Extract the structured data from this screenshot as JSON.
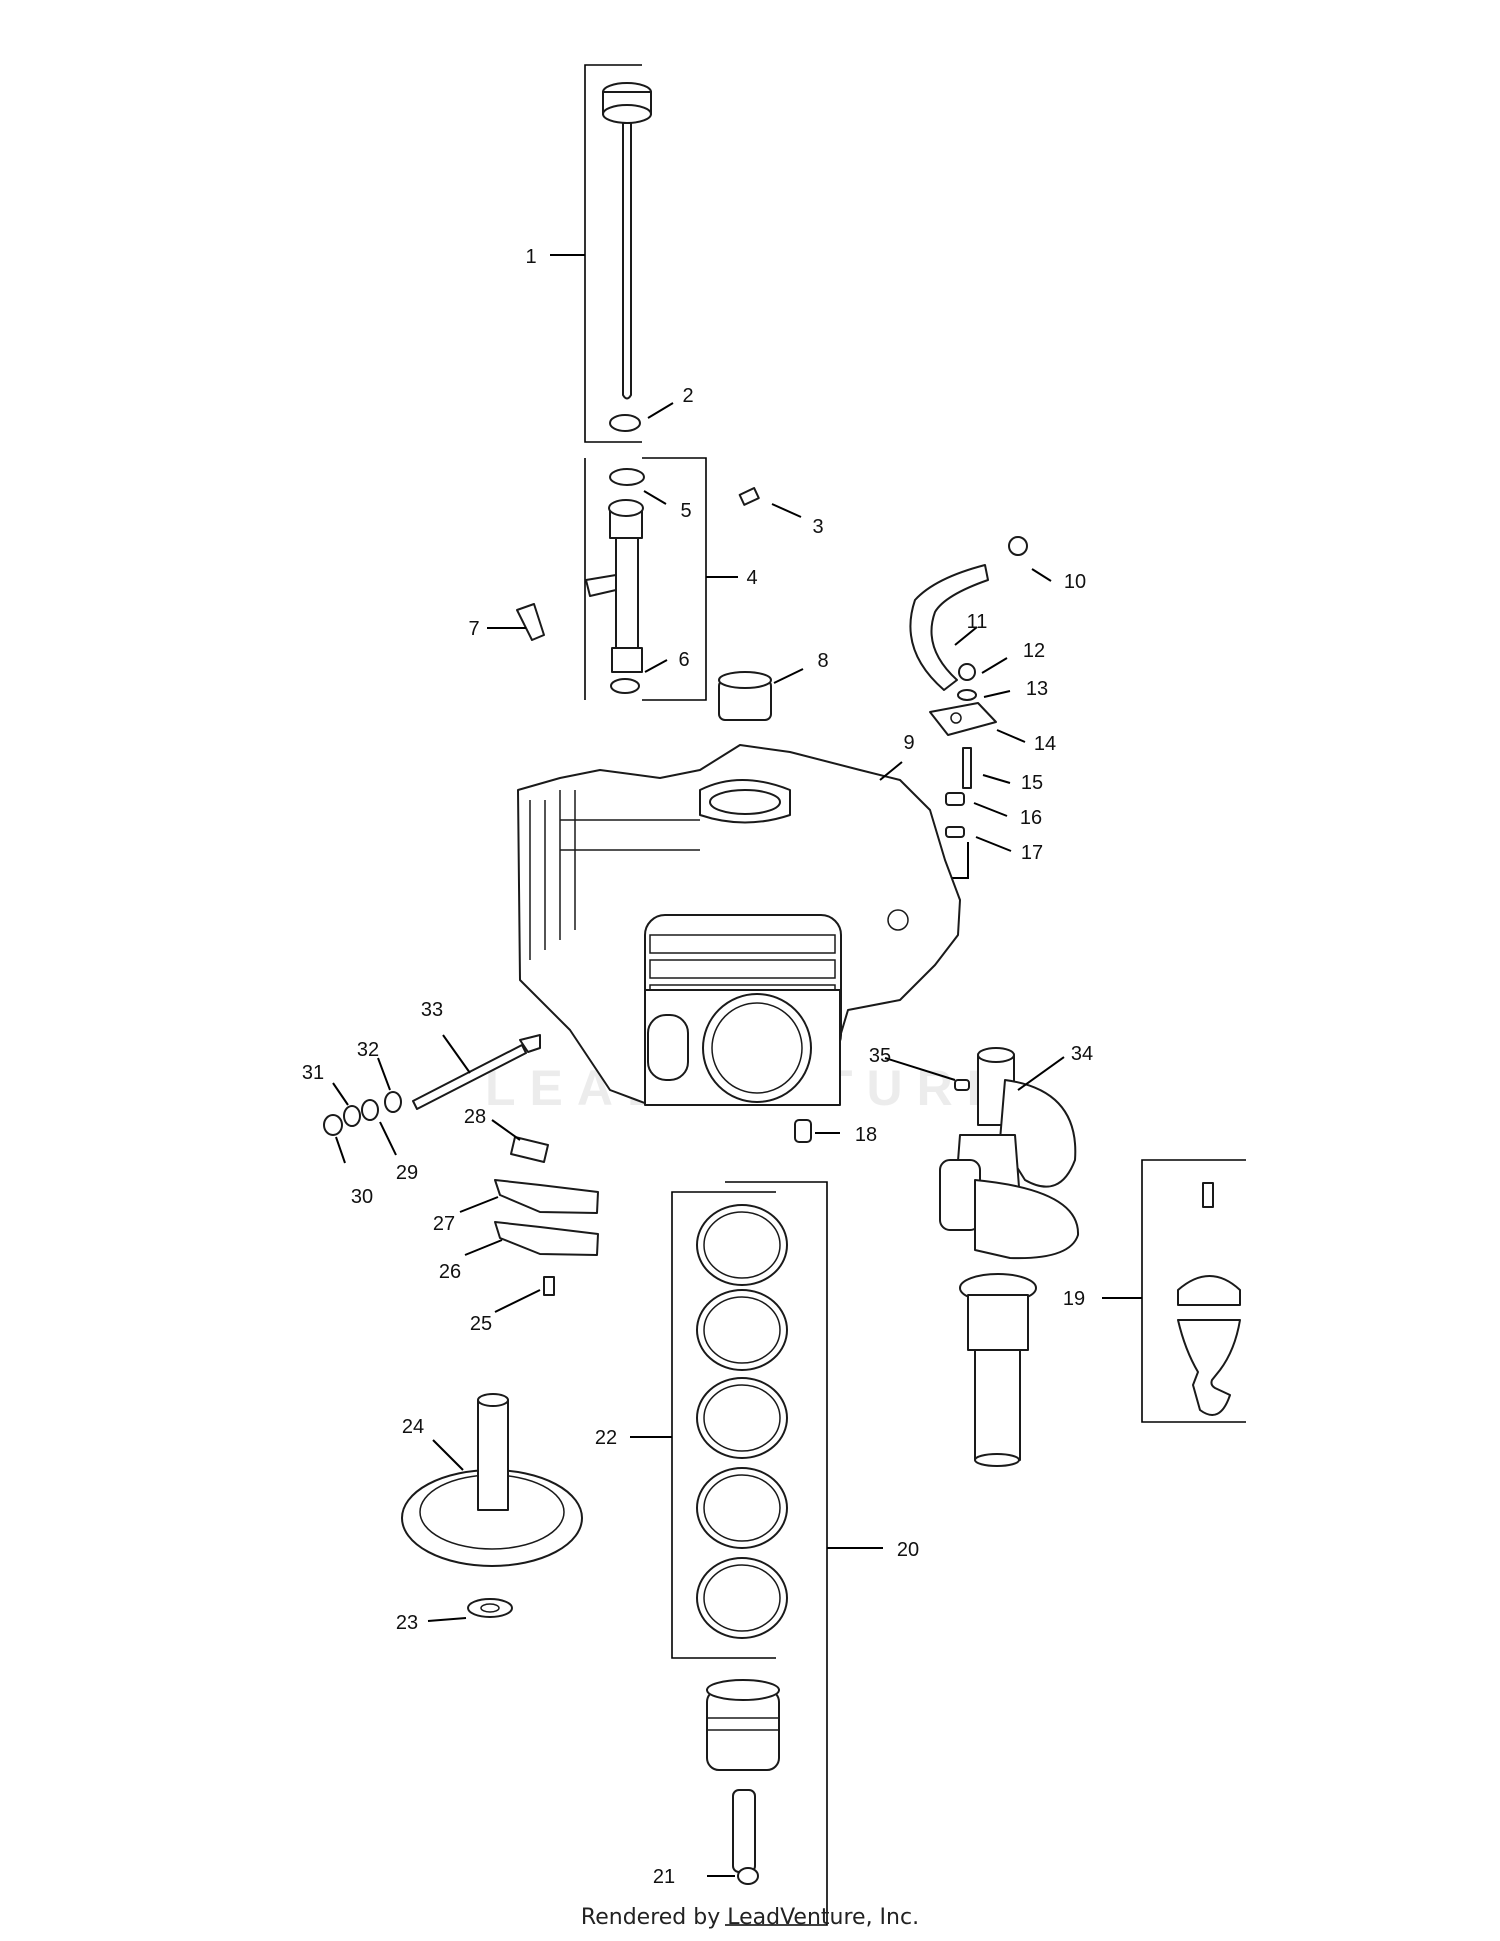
{
  "watermark": "LEADVENTURE",
  "footer": "Rendered by LeadVenture, Inc.",
  "callouts": [
    "1",
    "2",
    "3",
    "4",
    "5",
    "6",
    "7",
    "8",
    "9",
    "10",
    "11",
    "12",
    "13",
    "14",
    "15",
    "16",
    "17",
    "18",
    "19",
    "20",
    "21",
    "22",
    "23",
    "24",
    "25",
    "26",
    "27",
    "28",
    "29",
    "30",
    "31",
    "32",
    "33",
    "34",
    "35"
  ]
}
